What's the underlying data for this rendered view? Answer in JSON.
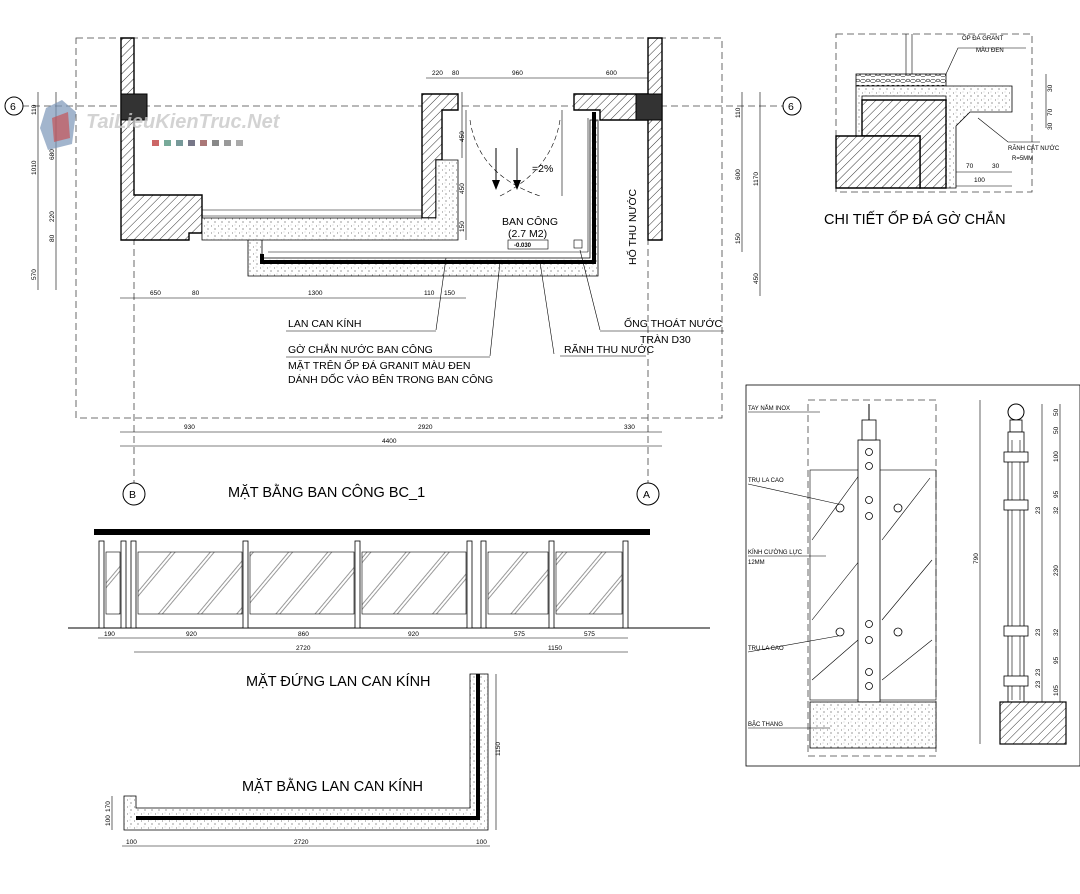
{
  "watermark": {
    "text": "TaiLieuKienTruc.Net"
  },
  "plan": {
    "title": "MẶT BẰNG BAN CÔNG BC_1",
    "axis_6_left": "6",
    "axis_6_right": "6",
    "axis_b": "B",
    "axis_a": "A",
    "room_name": "BAN CÔNG",
    "room_area": "(2.7 M2)",
    "level": "-0.030",
    "slope": "=2%",
    "drain_hole": "HỐ THU NƯỚC",
    "label_glass_railing": "LAN CAN KÍNH",
    "label_curb_1": "GỜ CHẮN NƯỚC BAN CÔNG",
    "label_curb_2": "MẶT TRÊN ỐP ĐÁ GRANIT MÀU ĐEN",
    "label_curb_3": "DÁNH DỐC VÀO BÊN TRONG BAN CÔNG",
    "label_gutter": "RÃNH THU NƯỚC",
    "label_pipe_1": "ỐNG THOÁT NƯỚC",
    "label_pipe_2": "TRÀN D30",
    "dims_top": [
      "220",
      "80",
      "960",
      "600"
    ],
    "dims_bottom_1": [
      "650",
      "80",
      "1300",
      "110",
      "150"
    ],
    "dims_bottom_2": [
      "930",
      "2920",
      "330"
    ],
    "dims_total": "4400",
    "dims_left": [
      "110",
      "1010",
      "680",
      "220",
      "80",
      "570"
    ],
    "dims_inner_left": [
      "450",
      "450",
      "150"
    ],
    "dims_right_1": [
      "110",
      "600",
      "150"
    ],
    "dims_right_2": [
      "1170",
      "450"
    ]
  },
  "detail_curb": {
    "title": "CHI TIẾT ỐP ĐÁ GỜ CHẮN",
    "label_granite_1": "ỐP ĐÁ GRANT",
    "label_granite_2": "MÀU ĐEN",
    "label_groove_1": "RÃNH CẮT NƯỚC",
    "label_groove_2": "R=5MM",
    "dims_right": [
      "30",
      "70",
      "30"
    ],
    "dims_bottom": [
      "70",
      "30",
      "100"
    ]
  },
  "elevation": {
    "title": "MẶT ĐỨNG LAN CAN KÍNH",
    "dims_1": [
      "190",
      "920",
      "860",
      "920",
      "575",
      "575"
    ],
    "dims_2": [
      "2720",
      "1150"
    ]
  },
  "railing_plan": {
    "title": "MẶT BẰNG LAN CAN KÍNH",
    "dims_bottom": [
      "100",
      "2720",
      "100"
    ],
    "dims_left": [
      "100",
      "170"
    ],
    "dims_right": "1150"
  },
  "railing_detail": {
    "label_handrail": "TAY NẮM INOX",
    "label_post_1": "TRỤ LA CAO",
    "label_glass_1": "KÍNH CƯỜNG LỰC",
    "label_glass_2": "12MM",
    "label_post_2": "TRỤ LA CAO",
    "label_step": "BẬC THANG",
    "dims_total": "790",
    "dims_right": [
      "50",
      "50",
      "100",
      "95",
      "32",
      "23",
      "230",
      "23",
      "32",
      "95",
      "23",
      "23",
      "105"
    ]
  }
}
